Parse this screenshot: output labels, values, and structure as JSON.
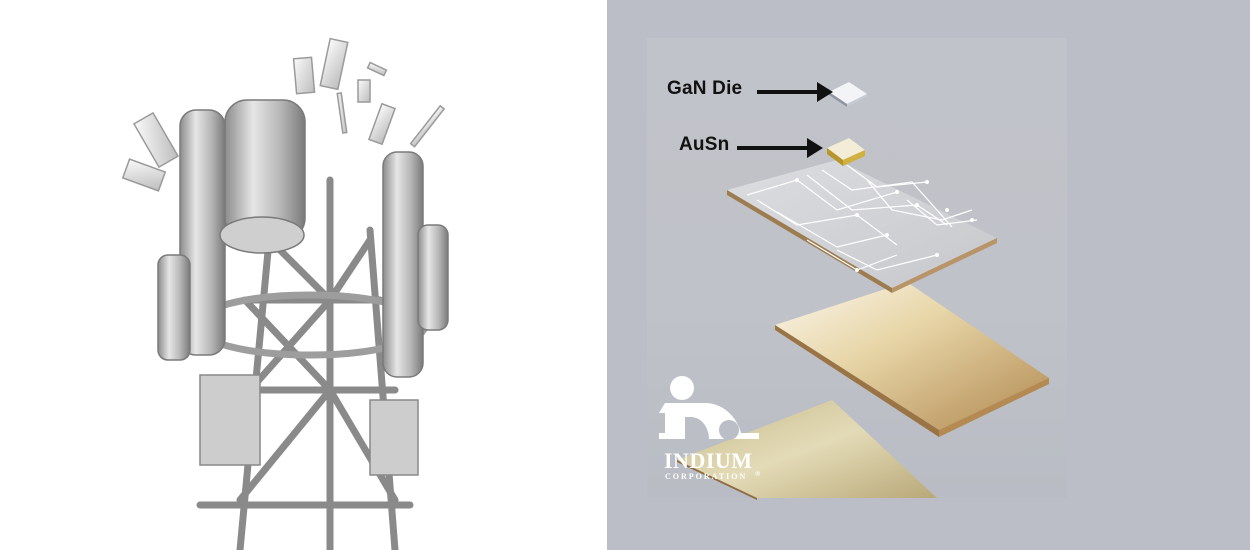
{
  "left_panel": {
    "subject": "cell-tower-with-antenna-panels",
    "background": "#ffffff"
  },
  "right_panel": {
    "background": "#bcbec7",
    "labels": [
      {
        "text": "GaN Die",
        "target": "gan-die"
      },
      {
        "text": "AuSn",
        "target": "ausn-preform"
      }
    ],
    "layers": [
      "GaN die",
      "AuSn preform",
      "circuit substrate",
      "gold plate",
      "gold base"
    ],
    "logo": {
      "name": "INDIUM",
      "subtitle": "CORPORATION",
      "mark": "®"
    },
    "colors": {
      "gold": "#c9a96a",
      "gold_edge": "#9a7444",
      "substrate": "#d4d6d9",
      "trace": "#ffffff"
    }
  }
}
